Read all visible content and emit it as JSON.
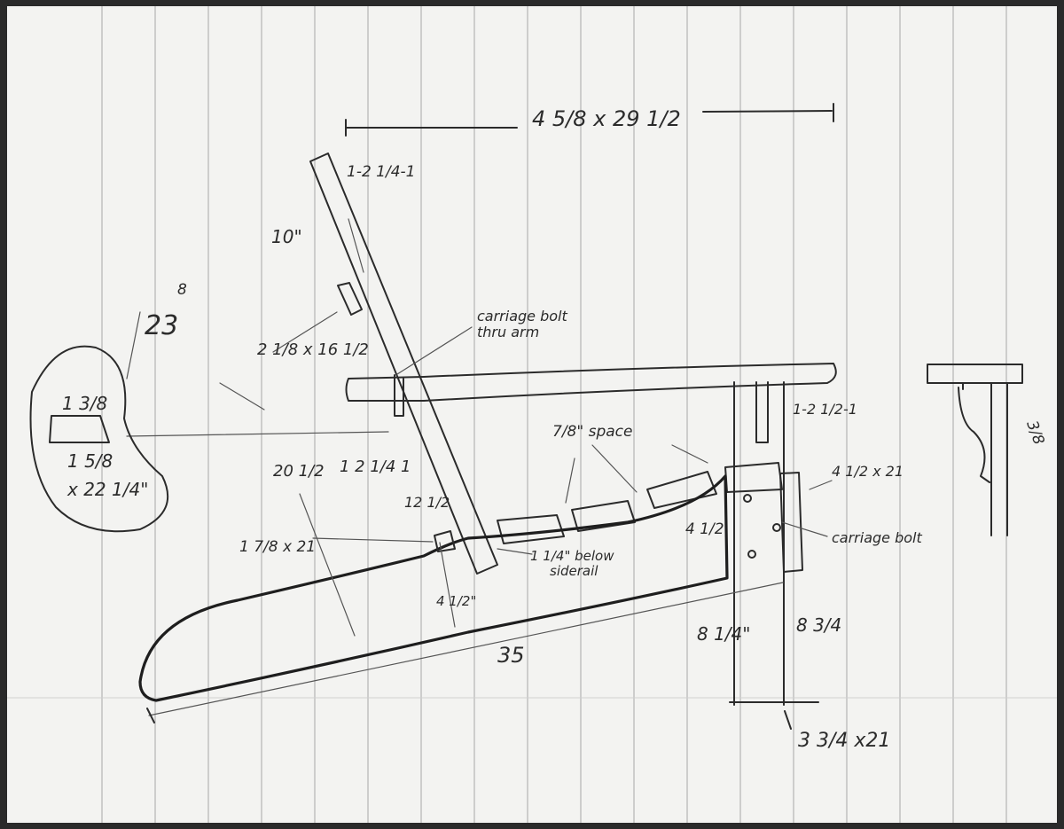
{
  "sketch": {
    "labels": {
      "overall": "4 5/8 x 29 1/2",
      "back_top": "1-2 1/4-1",
      "back_length": "10\"",
      "cleat": "2 1/8 x 16 1/2",
      "carriage_bolt_arm_1": "carriage bolt",
      "carriage_bolt_arm_2": "thru arm",
      "arm_width": "1-2 1/2-1",
      "inset_top": "1 3/8",
      "inset_bottom": "1 5/8",
      "inset_length": "x 22 1/4\"",
      "inset_num_a": "8",
      "inset_num_b": "23",
      "slat_space": "7/8\" space",
      "back_leg": "20 1/2",
      "gap_2_1_4": "1 2 1/4 1",
      "seat_12_1_2": "12 1/2",
      "stringer": "1 7/8 x 21",
      "below_siderail_1": "1 1/4\" below",
      "below_siderail_2": "siderail",
      "apron": "4 1/2 x 21",
      "leg_height": "4 1/2",
      "carriage_bolt_leg": "carriage bolt",
      "bottom_4_1_2": "4 1/2\"",
      "length_35": "35",
      "leg_8_1_4": "8 1/4\"",
      "leg_8_3_4": "8 3/4",
      "leg_width": "3 3/4 x21",
      "side_detail": "3/8"
    }
  }
}
